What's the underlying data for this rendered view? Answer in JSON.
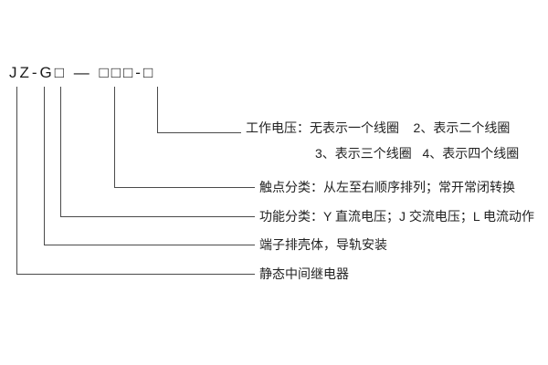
{
  "model_code": {
    "text": "JZ-G□ — □□□-□"
  },
  "labels": {
    "working_voltage_line1": "工作电压：无表示一个线圈    2、表示二个线圈",
    "working_voltage_line2": "3、表示三个线圈   4、表示四个线圈",
    "contact_class": "触点分类：从左至右顺序排列；常开常闭转换",
    "function_class": "功能分类：Y 直流电压；J 交流电压；L 电流动作",
    "terminal_housing": "端子排壳体，导轨安装",
    "relay_type": "静态中间继电器"
  }
}
